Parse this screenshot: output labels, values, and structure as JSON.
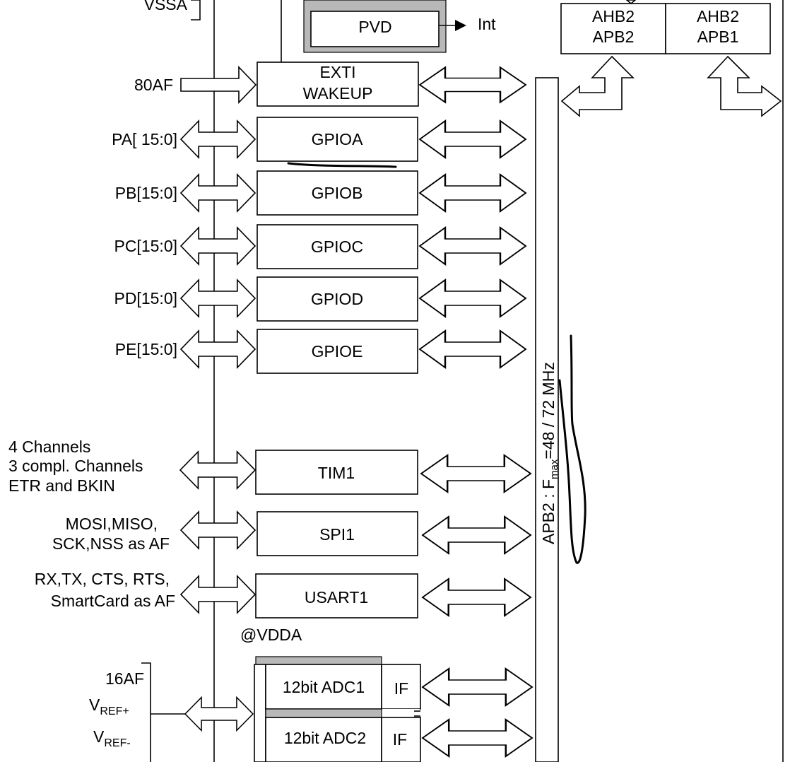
{
  "top": {
    "vssa": "VSSA",
    "pvd": "PVD",
    "int": "Int",
    "bridge_left": [
      "AHB2",
      "APB2"
    ],
    "bridge_right": [
      "AHB2",
      "APB1"
    ]
  },
  "exti": {
    "line1": "EXTI",
    "line2": "WAKEUP",
    "input": "80AF"
  },
  "gpio": [
    {
      "name": "GPIOA",
      "pins": "PA[ 15:0]"
    },
    {
      "name": "GPIOB",
      "pins": "PB[15:0]"
    },
    {
      "name": "GPIOC",
      "pins": "PC[15:0]"
    },
    {
      "name": "GPIOD",
      "pins": "PD[15:0]"
    },
    {
      "name": "GPIOE",
      "pins": "PE[15:0]"
    }
  ],
  "tim1": {
    "name": "TIM1",
    "labels": [
      "4 Channels",
      "3 compl. Channels",
      "ETR and BKIN"
    ]
  },
  "spi1": {
    "name": "SPI1",
    "labels": [
      "MOSI,MISO,",
      "SCK,NSS as AF"
    ]
  },
  "usart1": {
    "name": "USART1",
    "labels": [
      "RX,TX, CTS, RTS,",
      "SmartCard as AF"
    ]
  },
  "vdda": "@VDDA",
  "adc": {
    "adc1": "12bit ADC1",
    "adc2": "12bit ADC2",
    "if1": "IF",
    "if2": "IF",
    "af": "16AF",
    "vref_plus_main": "V",
    "vref_plus_sub": "REF+",
    "vref_minus_main": "V",
    "vref_minus_sub": "REF-"
  },
  "bus": {
    "prefix": "APB2 : F",
    "sub": "max",
    "suffix": "=48 / 72 MHz"
  }
}
